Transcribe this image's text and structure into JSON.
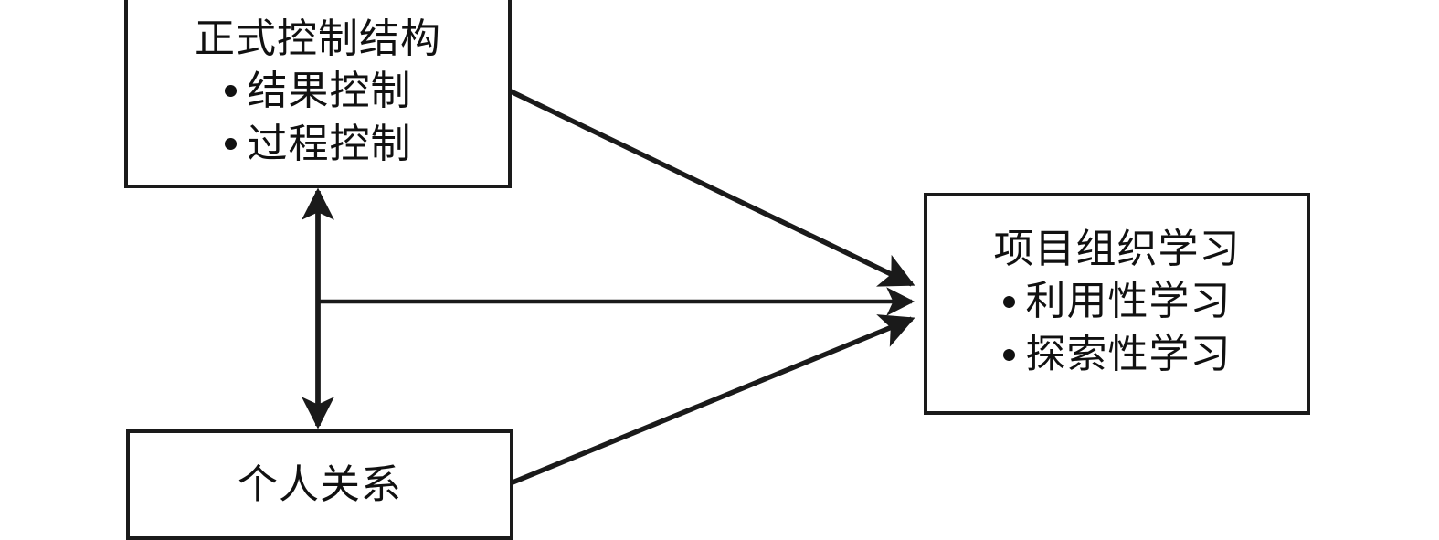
{
  "diagram": {
    "title_visible": false,
    "background_color": "#ffffff",
    "line_color": "#1a1a1a",
    "text_color": "#111111",
    "nodes": [
      {
        "id": "formal-control",
        "title": "正式控制结构",
        "bullets": [
          "结果控制",
          "过程控制"
        ],
        "position": "top-left"
      },
      {
        "id": "personal-relations",
        "title": "个人关系",
        "bullets": [],
        "position": "bottom-left"
      },
      {
        "id": "project-learning",
        "title": "项目组织学习",
        "bullets": [
          "利用性学习",
          "探索性学习"
        ],
        "position": "right"
      }
    ],
    "connections": [
      {
        "id": "formal-to-learning",
        "from": "formal-control",
        "to": "project-learning",
        "arrow": "single",
        "label": ""
      },
      {
        "id": "interaction-to-learning",
        "from": "formal-control-personal-relations-link",
        "to": "project-learning",
        "arrow": "single",
        "label": ""
      },
      {
        "id": "personal-to-learning",
        "from": "personal-relations",
        "to": "project-learning",
        "arrow": "single",
        "label": ""
      },
      {
        "id": "formal-personal-bidirectional",
        "from": "formal-control",
        "to": "personal-relations",
        "arrow": "double",
        "label": ""
      }
    ]
  }
}
